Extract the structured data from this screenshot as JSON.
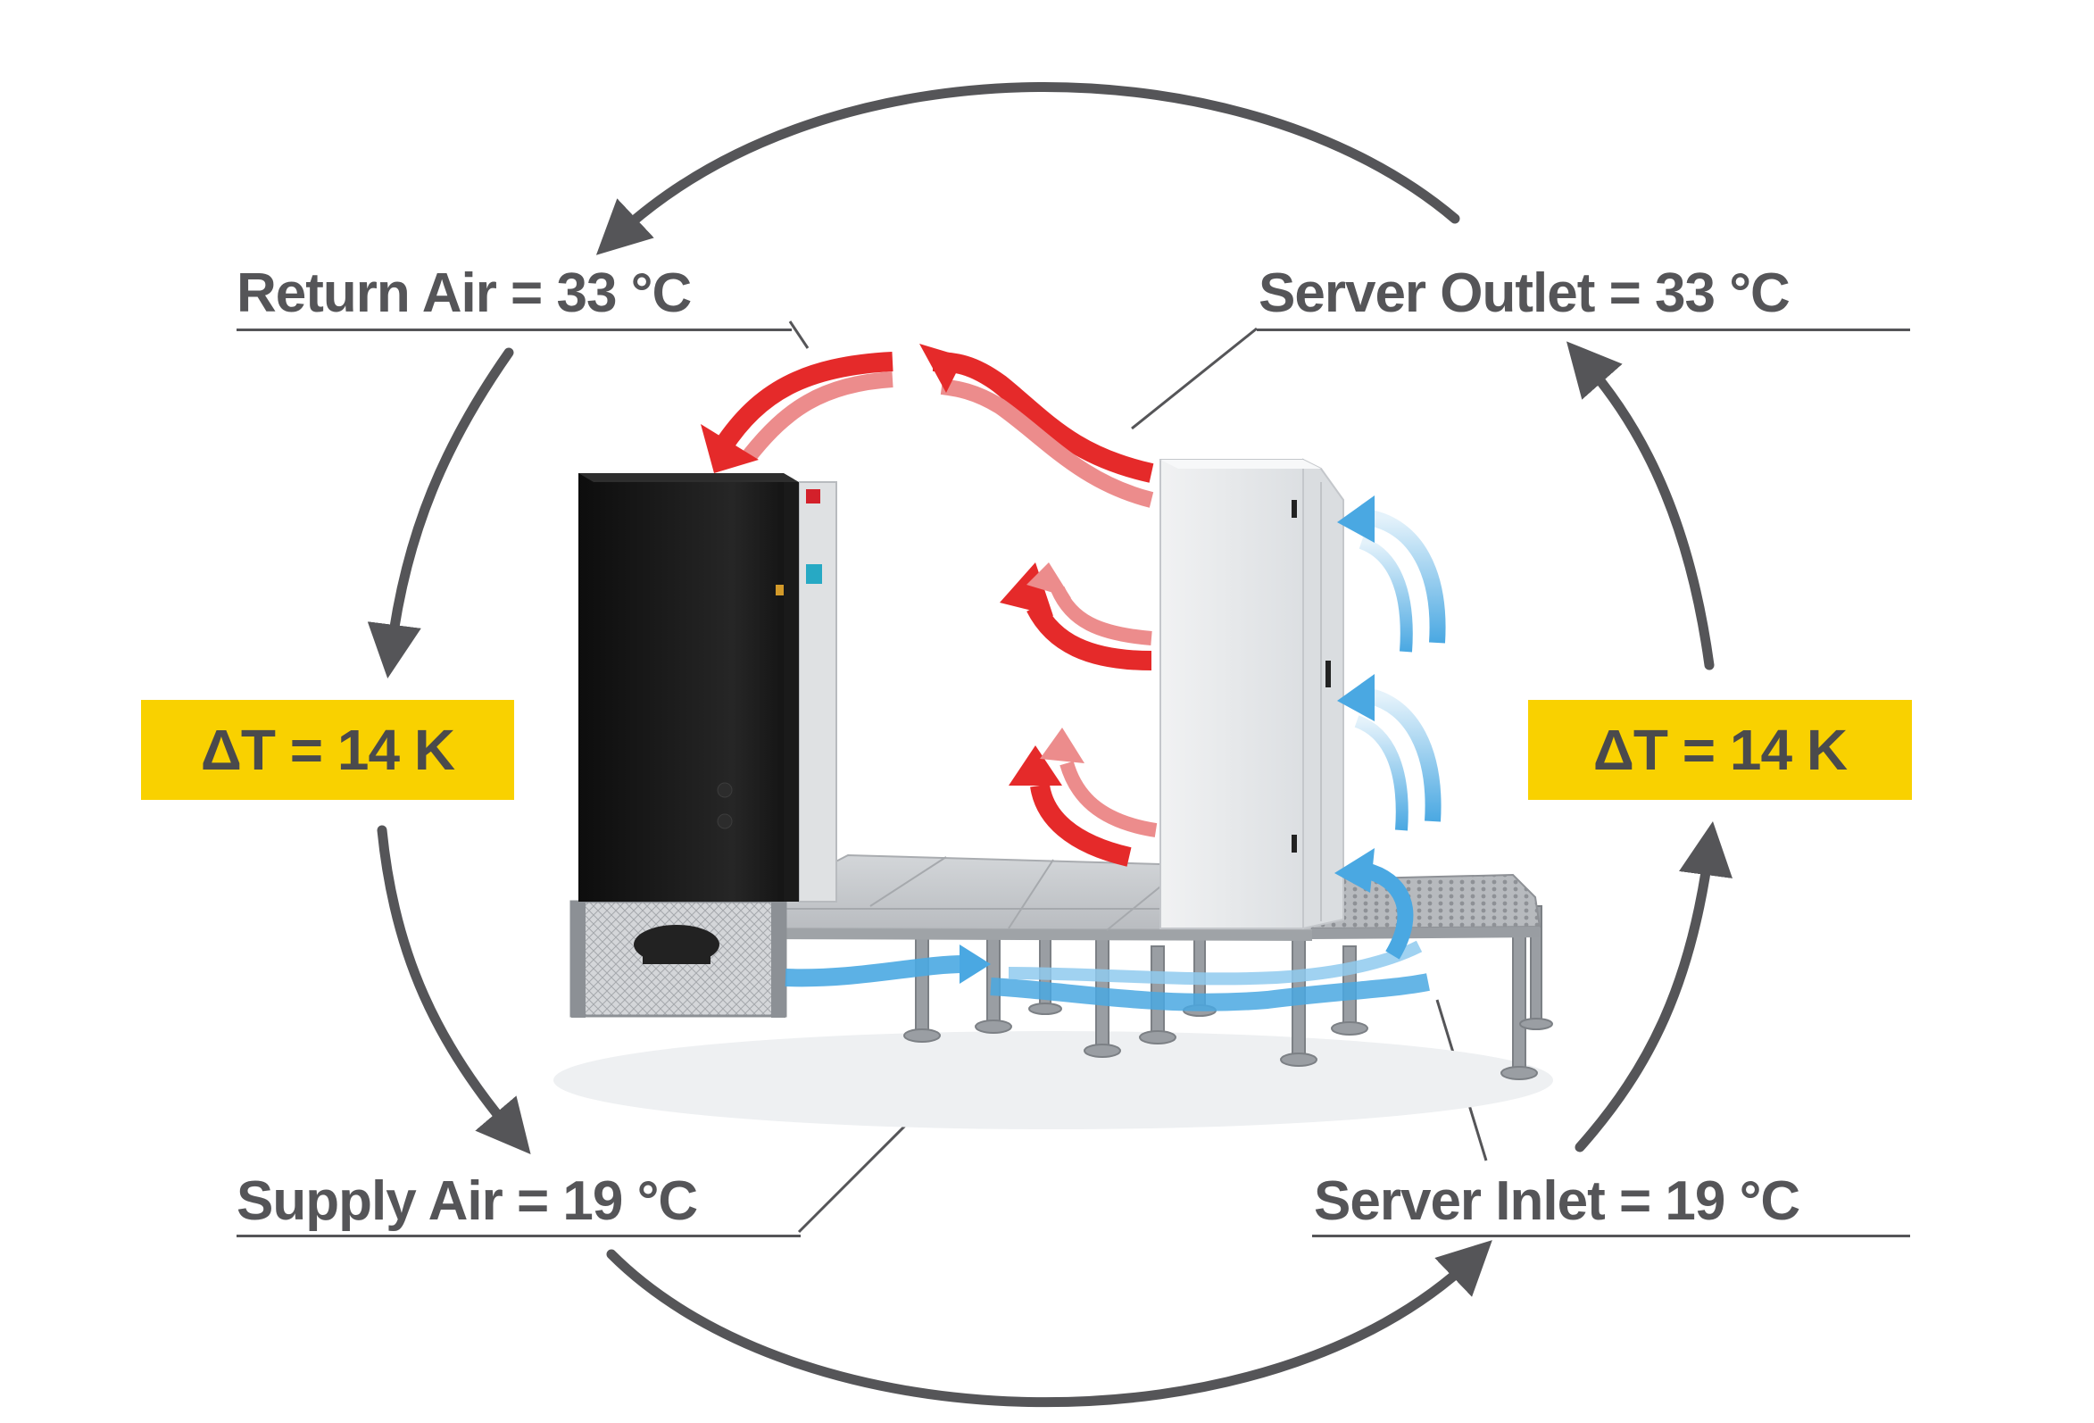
{
  "labels": {
    "return_air": "Return Air = 33 °C",
    "server_outlet": "Server Outlet = 33 °C",
    "supply_air": "Supply Air = 19 °C",
    "server_inlet": "Server Inlet = 19 °C"
  },
  "delta_left": "ΔT = 14 K",
  "delta_right": "ΔT = 14 K",
  "colors": {
    "cycle_arrows": "#555558",
    "hot_air": "#e52a2a",
    "cold_air": "#4aa8e2",
    "delta_box": "#f9d100",
    "cooling_unit": "#1b1b1b",
    "server_rack": "#eceef0",
    "floor": "#c9ccd0"
  },
  "icons": [
    "cooling-unit-icon",
    "server-rack-icon",
    "raised-floor-icon"
  ]
}
